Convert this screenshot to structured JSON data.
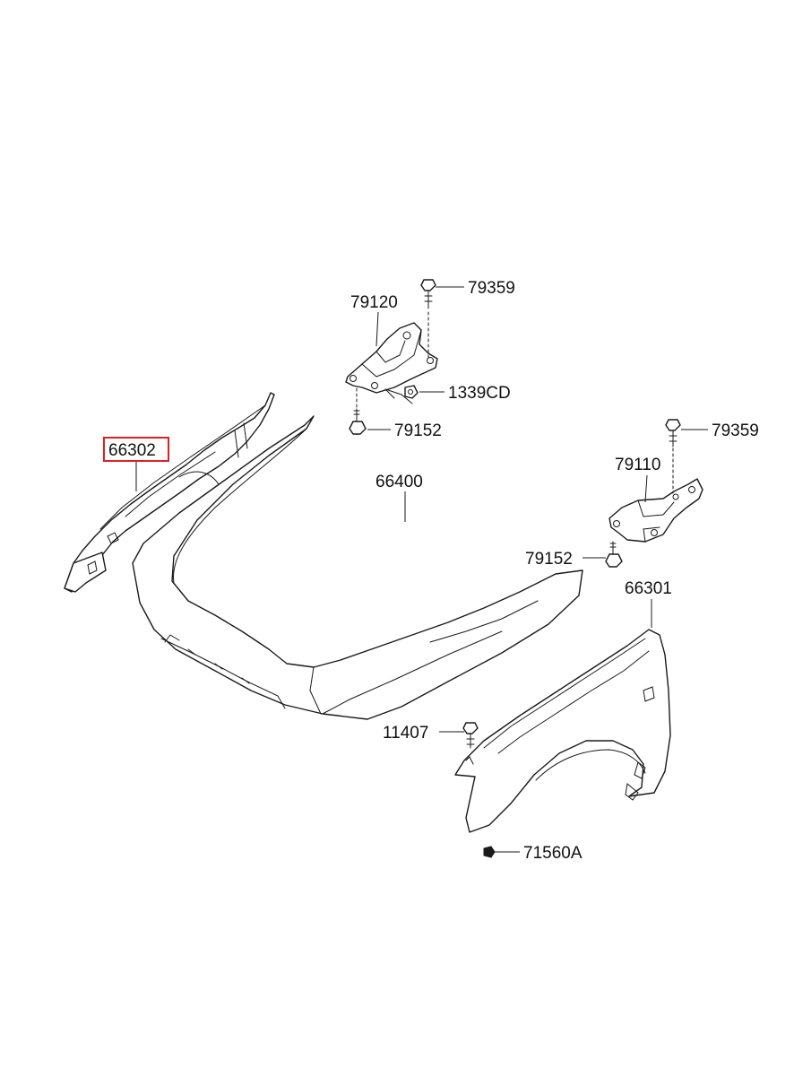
{
  "highlight_color": "#e02020",
  "labels": {
    "hood_hinge_upper": "79120",
    "bolt_upper_1": "79359",
    "nut_1339": "1339CD",
    "bolt_lower_1": "79152",
    "hood_hinge_right": "79110",
    "bolt_upper_2": "79359",
    "bolt_lower_2": "79152",
    "hood_panel": "66400",
    "fender_left_selected": "66302",
    "fender_right": "66301",
    "bolt_fender": "11407",
    "nut_fender": "71560A"
  }
}
